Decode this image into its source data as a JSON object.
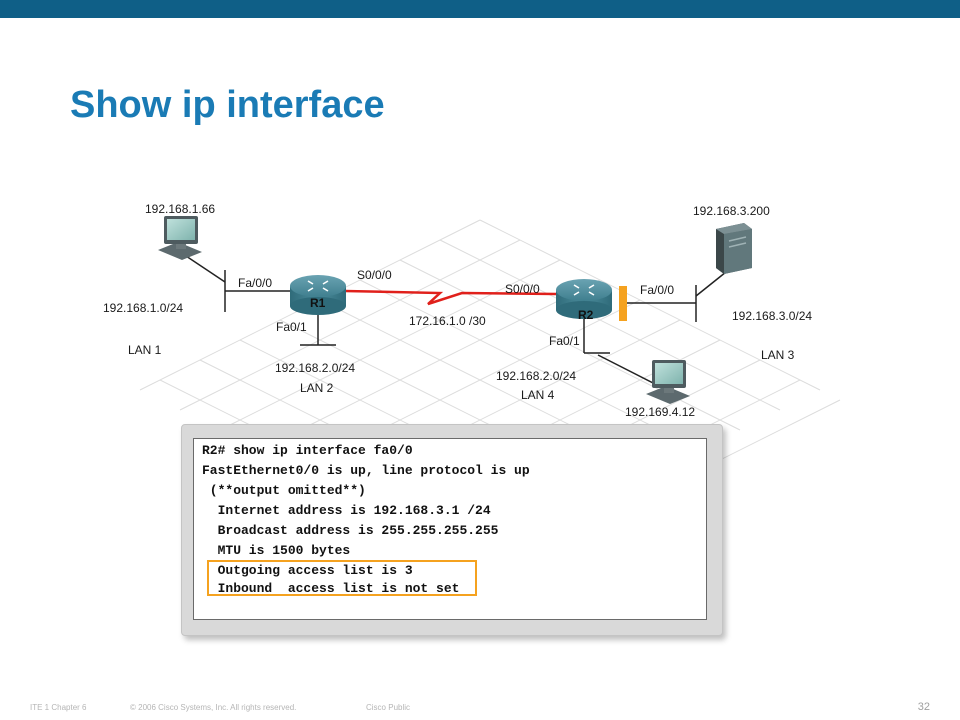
{
  "slide": {
    "title": "Show ip interface",
    "page_number": "32"
  },
  "footer": {
    "course": "ITE 1 Chapter 6",
    "copyright": "© 2006 Cisco Systems, Inc. All rights reserved.",
    "classification": "Cisco Public"
  },
  "diagram": {
    "pc1_ip": "192.168.1.66",
    "lan1_net": "192.168.1.0/24",
    "lan1": "LAN 1",
    "r1": "R1",
    "r1_fa00": "Fa/0/0",
    "r1_fa01": "Fa0/1",
    "r1_s000": "S0/0/0",
    "serial_net": "172.16.1.0 /30",
    "lan2_net": "192.168.2.0/24",
    "lan2": "LAN 2",
    "r2": "R2",
    "r2_s000": "S0/0/0",
    "r2_fa00": "Fa/0/0",
    "r2_fa01": "Fa0/1",
    "server_ip": "192.168.3.200",
    "lan3_net": "192.168.3.0/24",
    "lan3": "LAN 3",
    "lan4_net": "192.168.2.0/24",
    "lan4": "LAN 4",
    "pc4_ip": "192.169.4.12"
  },
  "terminal": {
    "lines": [
      "R2# show ip interface fa0/0",
      "FastEthernet0/0 is up, line protocol is up",
      " (**output omitted**)",
      "  Internet address is 192.168.3.1 /24",
      "  Broadcast address is 255.255.255.255",
      "  MTU is 1500 bytes",
      "  Outgoing access list is 3",
      "  Inbound  access list is not set"
    ]
  },
  "colors": {
    "top_bar": "#0f5f87",
    "title": "#1a7bb5",
    "serial_link": "#e0201b",
    "highlight": "#f5a21f",
    "router": "#3f7f8f"
  }
}
